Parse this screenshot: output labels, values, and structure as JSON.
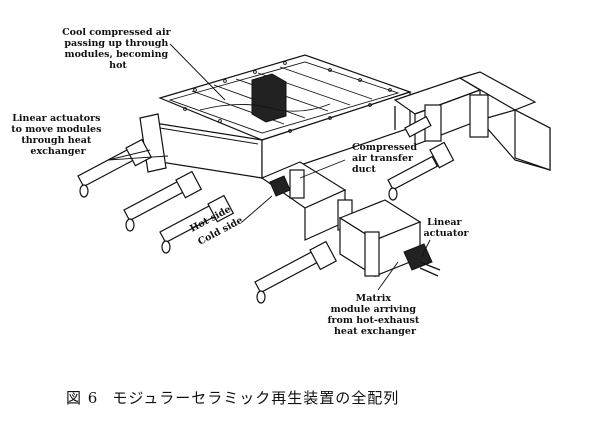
{
  "labels": {
    "cool_air": [
      "Cool compressed air",
      "passing up through",
      "modules, becoming",
      "hot"
    ],
    "actuators": [
      "Linear actuators",
      "to move modules",
      "through heat",
      "exchanger"
    ],
    "transfer_duct": [
      "Compressed",
      "air transfer",
      "duct"
    ],
    "hot_side": "Hot side",
    "cold_side": "Cold side",
    "linear_actuator": [
      "Linear",
      "actuator"
    ],
    "matrix": [
      "Matrix",
      "module arriving",
      "from hot-exhaust",
      "heat exchanger"
    ]
  },
  "caption": {
    "number": "図 6",
    "text": "モジュラーセラミック再生装置の全配列"
  }
}
